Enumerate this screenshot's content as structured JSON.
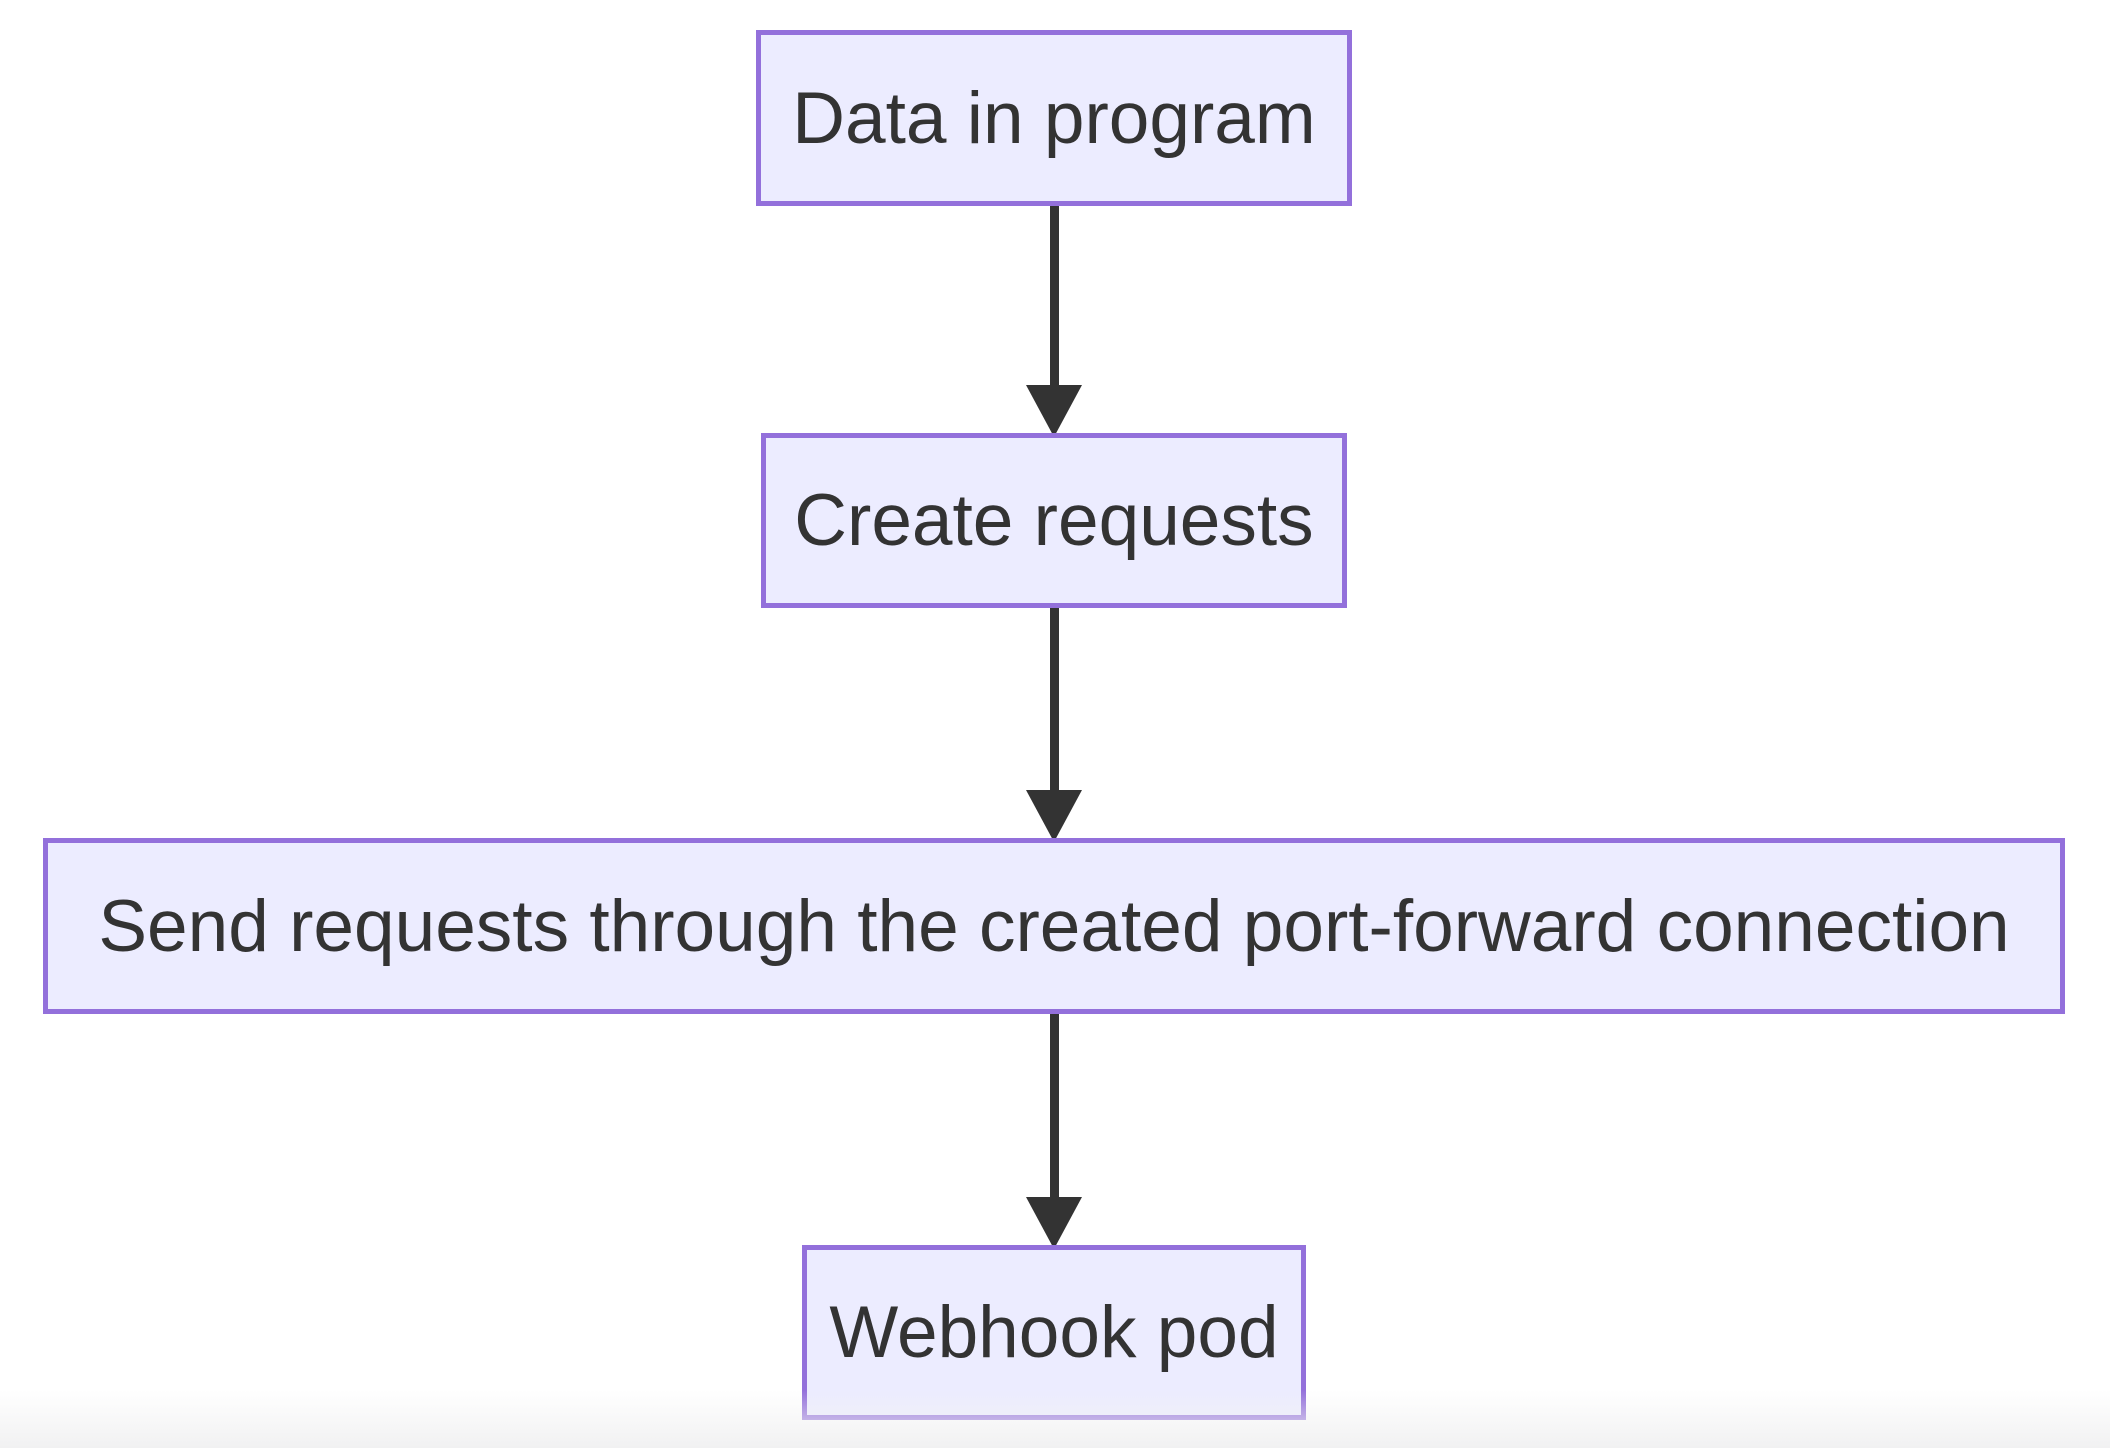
{
  "diagram": {
    "type": "flowchart",
    "direction": "top-down",
    "nodes": [
      {
        "id": "node-1",
        "label": "Data in program"
      },
      {
        "id": "node-2",
        "label": "Create requests"
      },
      {
        "id": "node-3",
        "label": "Send requests through the created port-forward connection"
      },
      {
        "id": "node-4",
        "label": "Webhook pod"
      }
    ],
    "edges": [
      {
        "from": "Data in program",
        "to": "Create requests",
        "style": "solid-arrow"
      },
      {
        "from": "Create requests",
        "to": "Send requests through the created port-forward connection",
        "style": "solid-arrow"
      },
      {
        "from": "Send requests through the created port-forward connection",
        "to": "Webhook pod",
        "style": "solid-arrow"
      }
    ],
    "colors": {
      "node_fill": "#ECECFF",
      "node_border": "#9370DB",
      "text": "#333333",
      "arrow": "#333333",
      "background": "#FFFFFF",
      "bottom_fade": "#F1F1F2"
    }
  }
}
